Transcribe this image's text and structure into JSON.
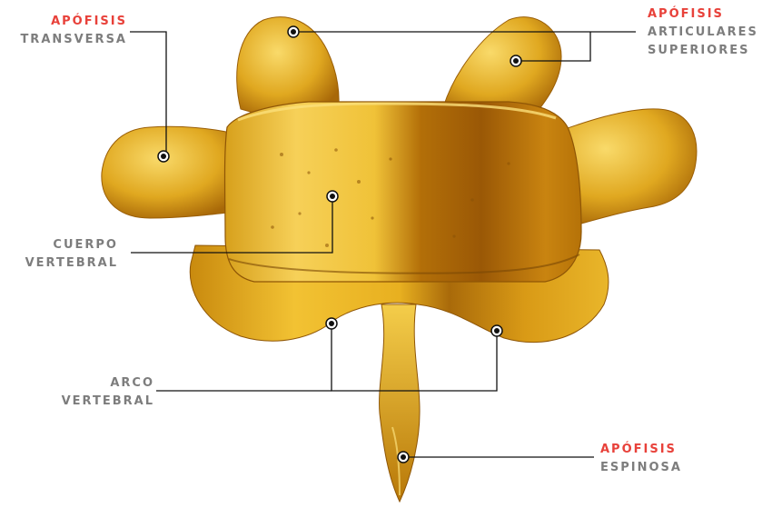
{
  "labels": {
    "transversa": {
      "line1": "APÓFISIS",
      "line2": "TRANSVERSA"
    },
    "articulares": {
      "line1": "APÓFISIS",
      "line2": "ARTICULARES",
      "line3": "SUPERIORES"
    },
    "cuerpo": {
      "line1": "CUERPO",
      "line2": "VERTEBRAL"
    },
    "arco": {
      "line1": "ARCO",
      "line2": "VERTEBRAL"
    },
    "espinosa": {
      "line1": "APÓFISIS",
      "line2": "ESPINOSA"
    }
  },
  "colors": {
    "accent_red": "#e8413a",
    "label_gray": "#7d7d7d",
    "bone_light": "#f2c233",
    "bone_mid": "#d89b14",
    "bone_dark": "#8a5206",
    "leader_line": "#111111"
  }
}
